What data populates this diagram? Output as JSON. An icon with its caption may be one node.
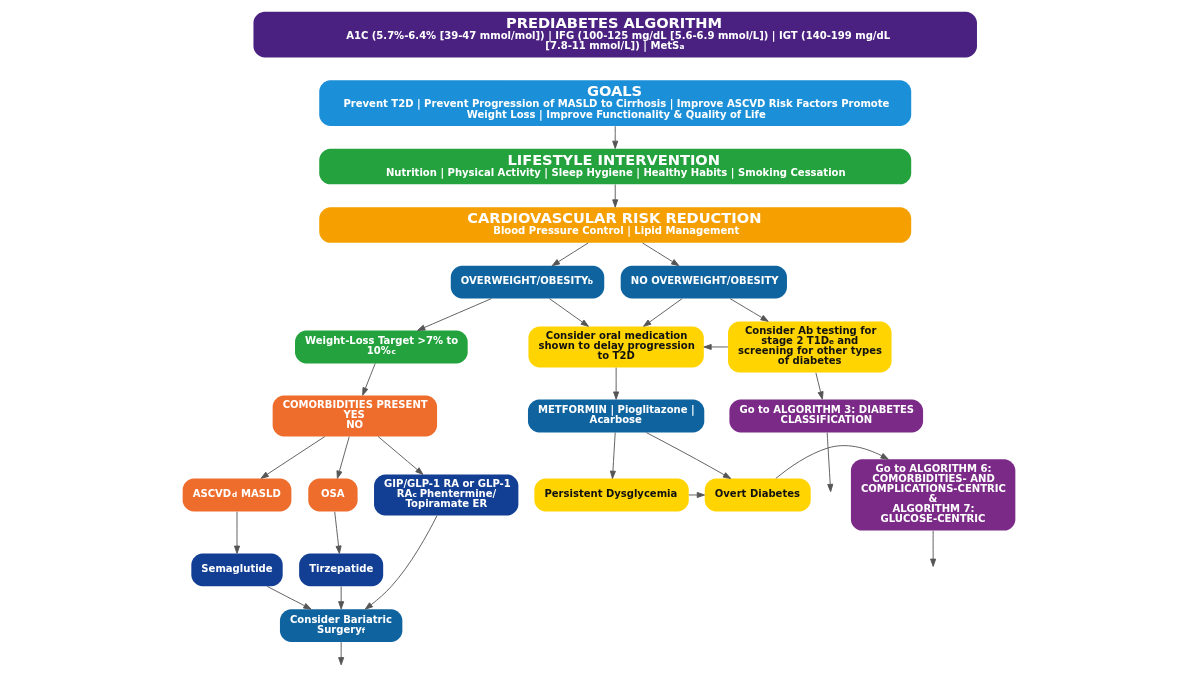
{
  "diagram": {
    "nodes": [
      {
        "text": [
          "PREDIABETES ALGORITHM",
          "A1C (5.7%-6.4% [39-47 mmol/mol]) | IFG (100-125 mg/dL [5.6-6.9 mmol/L]) | IGT (140-199 mg/dL [7.8-11 mmol/L]) | MetS$^{a}$"
        ]
      },
      {
        "text": [
          "GOALS",
          "Prevent T2D | Prevent Progression of MASLD to Cirrhosis | Improve ASCVD Risk Factors Promote Weight Loss | Improve Functionality & Quality of Life"
        ]
      },
      {
        "text": [
          "LIFESTYLE INTERVENTION",
          "Nutrition | Physical Activity | Sleep Hygiene | Healthy Habits | Smoking Cessation"
        ]
      },
      {
        "text": [
          "CARDIOVASCULAR RISK REDUCTION",
          "Blood Pressure Control | Lipid Management"
        ]
      },
      {
        "text": [
          "OVERWEIGHT/OBESITY$^{b}$"
        ]
      },
      {
        "text": [
          "NO OVERWEIGHT/OBESITY"
        ]
      },
      {
        "text": [
          "Weight-Loss Target >7% to 10%$^{c}$"
        ]
      },
      {
        "text": [
          "Consider oral medication shown to delay progression to T2D"
        ]
      },
      {
        "text": [
          "Consider Ab testing for stage 2 T1D$^{e}$ and screening for other types of diabetes"
        ]
      },
      {
        "text": [
          "COMORBIDITIES PRESENT",
          "YES",
          "NO"
        ]
      },
      {
        "text": [
          "ASCVD$^{d}$ MASLD"
        ]
      },
      {
        "text": [
          "OSA"
        ]
      },
      {
        "text": [
          "GIP/GLP-1 RA or GLP-1 RA$^{c}$ Phentermine/ Topiramate ER"
        ]
      },
      {
        "text": [
          "Semaglutide"
        ]
      },
      {
        "text": [
          "Tirzepatide"
        ]
      },
      {
        "text": [
          "Consider Bariatric Surgery$^{f}$"
        ]
      },
      {
        "text": [
          "METFORMIN | Pioglitazone | Acarbose"
        ]
      },
      {
        "text": [
          "Persistent Dysglycemia"
        ]
      },
      {
        "text": [
          "Overt Diabetes"
        ]
      },
      {
        "text": [
          "Go to ALGORITHM 3: DIABETES CLASSIFICATION"
        ]
      },
      {
        "text": [
          "Go to ALGORITHM 6: COMORBIDITIES- AND COMPLICATIONS-CENTRIC",
          "&",
          "ALGORITHM 7: GLUCOSE-CENTRIC"
        ]
      }
    ],
    "edges": [
      {
        "from": 1,
        "to": 2,
        "arrow": "to"
      },
      {
        "from": 2,
        "to": 3,
        "arrow": "to"
      },
      {
        "from": 3,
        "to": 4,
        "arrow": "to"
      },
      {
        "from": 3,
        "to": 5,
        "arrow": "to"
      },
      {
        "from": 4,
        "to": 6,
        "arrow": "to"
      },
      {
        "from": 4,
        "to": 7,
        "arrow": "to"
      },
      {
        "from": 5,
        "to": 7,
        "arrow": "to"
      },
      {
        "from": 5,
        "to": 8,
        "arrow": "to"
      },
      {
        "from": 8,
        "to": 7,
        "arrow": "to"
      },
      {
        "from": 6,
        "to": 9,
        "arrow": "to"
      },
      {
        "from": 7,
        "to": 16,
        "arrow": "to"
      },
      {
        "from": 8,
        "to": 19,
        "arrow": "to"
      },
      {
        "from": 9,
        "to": 10,
        "arrow": "to"
      },
      {
        "from": 9,
        "to": 11,
        "arrow": "to"
      },
      {
        "from": 9,
        "to": 12,
        "arrow": "to"
      },
      {
        "from": 10,
        "to": 13,
        "arrow": "to"
      },
      {
        "from": 11,
        "to": 14,
        "arrow": "to"
      },
      {
        "from": 13,
        "to": 15,
        "arrow": "to"
      },
      {
        "from": 14,
        "to": 15,
        "arrow": "to"
      },
      {
        "from": 12,
        "to": 15,
        "arrow": "to"
      },
      {
        "from": 16,
        "to": 17,
        "arrow": "to"
      },
      {
        "from": 16,
        "to": 18,
        "arrow": "to"
      },
      {
        "from": 17,
        "to": 18,
        "arrow": "to"
      },
      {
        "from": 18,
        "to": 20,
        "arrow": "to"
      },
      {
        "from": 15,
        "to": null,
        "arrow": "to"
      },
      {
        "from": 19,
        "to": null,
        "arrow": "to"
      },
      {
        "from": 20,
        "to": null,
        "arrow": "to"
      }
    ]
  }
}
